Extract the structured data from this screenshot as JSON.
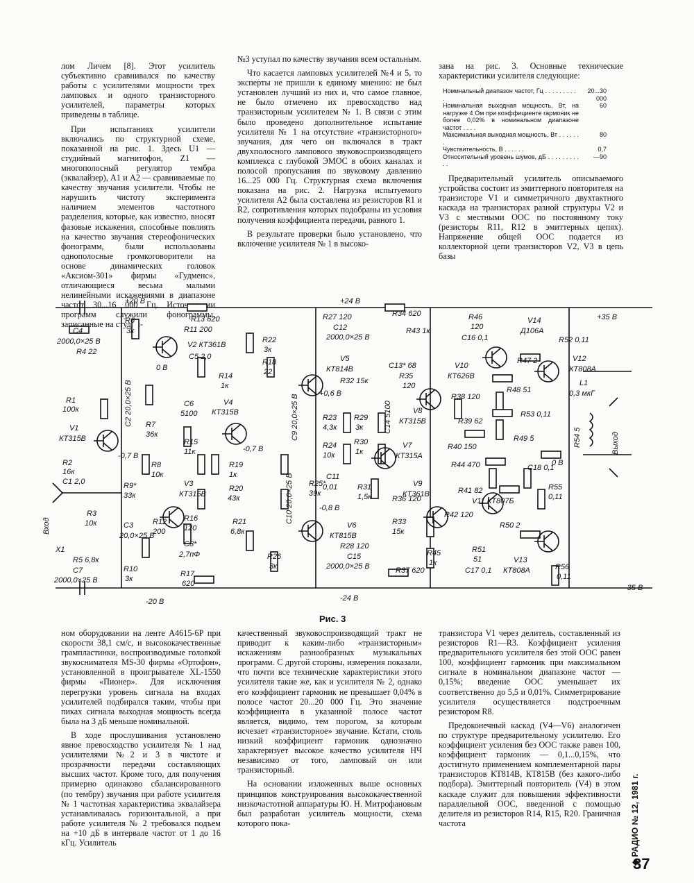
{
  "columns": {
    "c1": [
      "лом Личем [8]. Этот усилитель субъективно сравнивался по качеству работы с усилителями мощности трех ламповых и одного транзисторного усилителей, параметры которых приведены в таблице.",
      "При испытаниях усилители включались по структурной схеме, показанной на рис. 1. Здесь U1 — студийный магнитофон, Z1 — многополосный регулятор тембра (эквалайзер), A1 и A2 — сравниваемые по качеству звучания усилители. Чтобы не нарушить чистоту эксперимента наличием элементов частотного разделения, которые, как известно, вносят фазовые искажения, способные повлиять на качество звучания стереофонических фонограмм, были использованы однополосные громкоговорители на основе динамических головок «Аксиом-301» фирмы «Гудменс», отличающиеся весьма малыми нелинейными искажениями в диапазоне частот 30...16 000 Гц. Источниками программ служили фонограммы, записанные на студий-"
    ],
    "c2": [
      "№3 уступал по качеству звучания всем остальным.",
      "Что касается ламповых усилителей №4 и 5, то эксперты не пришли к единому мнению: не был установлен лучший из них и, что самое главное, не было отмечено их превосходство над транзисторным усилителем № 1. В связи с этим было проведено дополнительное испытание усилителя № 1 на отсутствие «транзисторного» звучания, для чего он включался в тракт двухполосного лампового звуковоспроизводящего комплекса с глубокой ЭМОС в обоих каналах и полосой пропускания по звуковому давлению 16...25 000 Гц. Структурная схема включения показана на рис. 2. Нагрузка испытуемого усилителя A2 была составлена из резисторов R1 и R2, сопротивления которых подобраны из условия получения коэффициента передачи, равного 1.",
      "В результате проверки было установлено, что включение усилителя № 1 в высоко-"
    ],
    "c3_intro": "зана на рис. 3. Основные технические характеристики усилителя следующие:",
    "c3_after": [
      "Предварительный усилитель описываемого устройства состоит из эмиттерного повторителя на транзисторе V1 и симметричного двухтактного каскада на транзисторах разной структуры V2 и V3 с местными ООС по постоянному току (резисторы R11, R12 в эмиттерных цепях). Напряжение общей ООС подается из коллекторной цепи транзисторов V2, V3 в цепь базы"
    ],
    "c4": [
      "ном оборудовании на ленте А4615-6Р при скорости 38,1 см/с, и высококачественные грампластинки, воспроизводимые головкой звукоснимателя MS-30 фирмы «Ортофон», установленной в проигрывателе XL-1550 фирмы «Пионер». Для исключения перегрузки уровень сигнала на входах усилителей подбирался таким, чтобы при пиках сигнала выходная мощность всегда была на 3 дБ меньше номинальной.",
      "В ходе прослушивания установлено явное превосходство усилителя № 1 над усилителями №2 и 3 в чистоте и прозрачности передачи составляющих высших частот. Кроме того, для получения примерно одинаково сбалансированного (по тембру) звучания при работе усилителя № 1 частотная характеристика эквалайзера устанавливалась горизонтальной, а при работе усилителя № 2 требовался подъем на +10 дБ в интервале частот от 1 до 16 кГц. Усилитель"
    ],
    "c5": [
      "качественный звуковоспроизводящий тракт не приводит к каким-либо «транзисторным» искажениям разнообразных музыкальных программ. С другой стороны, измерения показали, что почти все технические характеристики этого усилителя такие же, как и усилителя № 2, однако его коэффициент гармоник не превышает 0,04% в полосе частот 20...20 000 Гц. Это значение коэффициента в указанной полосе частот является, видимо, тем порогом, за которым исчезает «транзисторное» звучание. Кстати, столь низкий коэффициент гармоник однозначно характеризует высокое качество усилителя НЧ независимо от того, ламповый он или транзисторный.",
      "На основании изложенных выше основных принципов конструирования высококачественной низкочастотной аппаратуры Ю. Н. Митрофановым был разработан усилитель мощности, схема которого пока-"
    ],
    "c6": [
      "транзистора V1 через делитель, составленный из резисторов R1—R3. Коэффициент усиления предварительного усилителя без этой ООС равен 100, коэффициент гармоник при максимальном сигнале в номинальном диапазоне частот — 0,15%; введение ООС уменьшает их соответственно до 5,5 и 0,01%. Симметрирование усилителя осуществляется подстроечным резистором R8.",
      "Предоконечный каскад (V4—V6) аналогичен по структуре предварительному усилителю. Его коэффициент усиления без ООС также равен 100, коэффициент гармоник — 0,1...0,15%, что достигнуто применением комплементарной пары транзисторов КТ814В, КТ815В (без какого-либо подбора). Эмиттерный повторитель (V4) в этом каскаде служит для повышения эффективности параллельной ООС, введенной с помощью делителя из резисторов R14, R15, R20. Граничная частота"
    ]
  },
  "spec_table": [
    {
      "label": "Номинальный диапазон частот, Гц . . . . . . . . . .",
      "value": "20...30 000"
    },
    {
      "label": "Номинальная выходная мощность, Вт, на нагрузке 4 Ом при коэффициенте гармоник не более 0,02% в номинальном диапазоне частот . . . .",
      "value": "60"
    },
    {
      "label": "Максимальная выходная мощность, Вт . . . . . . .",
      "value": "80"
    },
    {
      "label": "Чувствительность, В . . . . . .",
      "value": "0,7"
    },
    {
      "label": "Относительный уровень шумов, дБ . . . . . . . . . . .",
      "value": "—90"
    }
  ],
  "schematic": {
    "rails": {
      "top_20": "+20 В",
      "top_24": "+24 В",
      "top_35": "+35 В",
      "bot_20": "-20 В",
      "bot_24": "-24 В",
      "bot_35": "-35 В"
    },
    "labels": {
      "c4": "C4",
      "c4v": "2000,0×25 В",
      "r4": "R4 22",
      "r6": "R6",
      "r6v": "3к",
      "r13": "R13 620",
      "r11": "R11 200",
      "v2": "V2 КТ361В",
      "c5": "C5 2,0",
      "r1": "R1",
      "r1v": "100к",
      "v1": "V1",
      "v1t": "КТ315В",
      "c2": "C2 20,0×25 В",
      "r7": "R7",
      "r7v": "36к",
      "c6": "C6",
      "c6v": "5100",
      "r14": "R14",
      "r14v": "1к",
      "v4": "V4",
      "v4t": "КТ315В",
      "r15": "R15",
      "r15v": "11к",
      "r8": "R8",
      "r8v": "10к",
      "r9": "R9*",
      "r9v": "33к",
      "v3": "V3",
      "v3t": "КТ315В",
      "r2": "R2",
      "r2v": "16к",
      "c1": "C1 2,0",
      "r3": "R3",
      "r3v": "10к",
      "in": "Вход",
      "x1": "X1",
      "c3": "C3",
      "c3v": "20,0×25 В",
      "r12": "R12",
      "r12v": "200",
      "r16": "R16",
      "r16v": "120",
      "c8": "C8*",
      "c8v": "2,7пФ",
      "r5": "R5 6,8к",
      "c7": "C7",
      "c7v": "2000,0×25 В",
      "r10": "R10",
      "r10v": "3к",
      "r17": "R17",
      "r17v": "620",
      "r22": "R22",
      "r22v": "3к",
      "r18": "R18",
      "r18v": "22",
      "c9": "C9 20,0×25 В",
      "r19": "R19",
      "r19v": "1к",
      "r20": "R20",
      "r20v": "43к",
      "c10": "C10 20,0×25 В",
      "r21": "R21",
      "r21v": "6,8к",
      "r26": "R26",
      "r26v": "3к",
      "r27": "R27 120",
      "c12": "C12",
      "c12v": "2000,0×25 В",
      "v5": "V5",
      "v5t": "КТ814В",
      "r32": "R32 15к",
      "r23": "R23",
      "r23v": "4,3к",
      "r24": "R24",
      "r24v": "10к",
      "r25": "R25*",
      "r25v": "39к",
      "r29": "R29",
      "r29v": "3к",
      "r30": "R30",
      "r30v": "1к",
      "c11": "C11",
      "c11v": "0,01",
      "c14": "C14 5100",
      "v7": "V7",
      "v7t": "КТ315А",
      "r31": "R31",
      "r31v": "1,5к",
      "v6": "V6",
      "v6t": "КТ815В",
      "r28": "R28 120",
      "c15": "C15",
      "c15v": "2000,0×25 В",
      "r34": "R34 620",
      "r43": "R43 1к",
      "c13": "C13* 68",
      "r35": "R35",
      "r35v": "120",
      "v8": "V8",
      "v8t": "КТ315В",
      "r36": "R36 120",
      "v9": "V9",
      "v9t": "КТ361В",
      "r33": "R33",
      "r33v": "15к",
      "r37": "R37 620",
      "r45": "R45",
      "r45v": "1к",
      "r46": "R46",
      "r46v": "120",
      "c16": "C16 0,1",
      "v14": "V14",
      "v14t": "Д106А",
      "v10": "V10",
      "v10t": "КТ626В",
      "r47": "R47 2",
      "r48": "R48 51",
      "r38": "R38 120",
      "r39": "R39 62",
      "r40": "R40 150",
      "r44": "R44 470",
      "r41": "R41 82",
      "r42": "R42 120",
      "v11": "V11 КТ807Б",
      "r50": "R50 2",
      "r51": "R51",
      "r51v": "51",
      "c17": "C17 0,1",
      "v13": "V13",
      "v13t": "КТ808А",
      "r52": "R52 0,11",
      "v12": "V12",
      "v12t": "КТ808А",
      "l1": "L1",
      "l1v": "0,3 мкГ",
      "r53": "R53 0,11",
      "r49": "R49 5",
      "c18": "C18 0,1",
      "r55": "R55",
      "r55v": "0,11",
      "r56": "R56",
      "r56v": "0,11",
      "r54": "R54 5",
      "out": "Выход",
      "v0": "0 В",
      "v07": "-0,7 В",
      "v06": "+0,6 В",
      "v07b": "-0,7 В",
      "v08": "-0,8 В",
      "v0b": "0 В"
    }
  },
  "caption": "Рис. 3",
  "magazine": "◆ РАДИО № 12, 1981 г.",
  "page_number": "37"
}
